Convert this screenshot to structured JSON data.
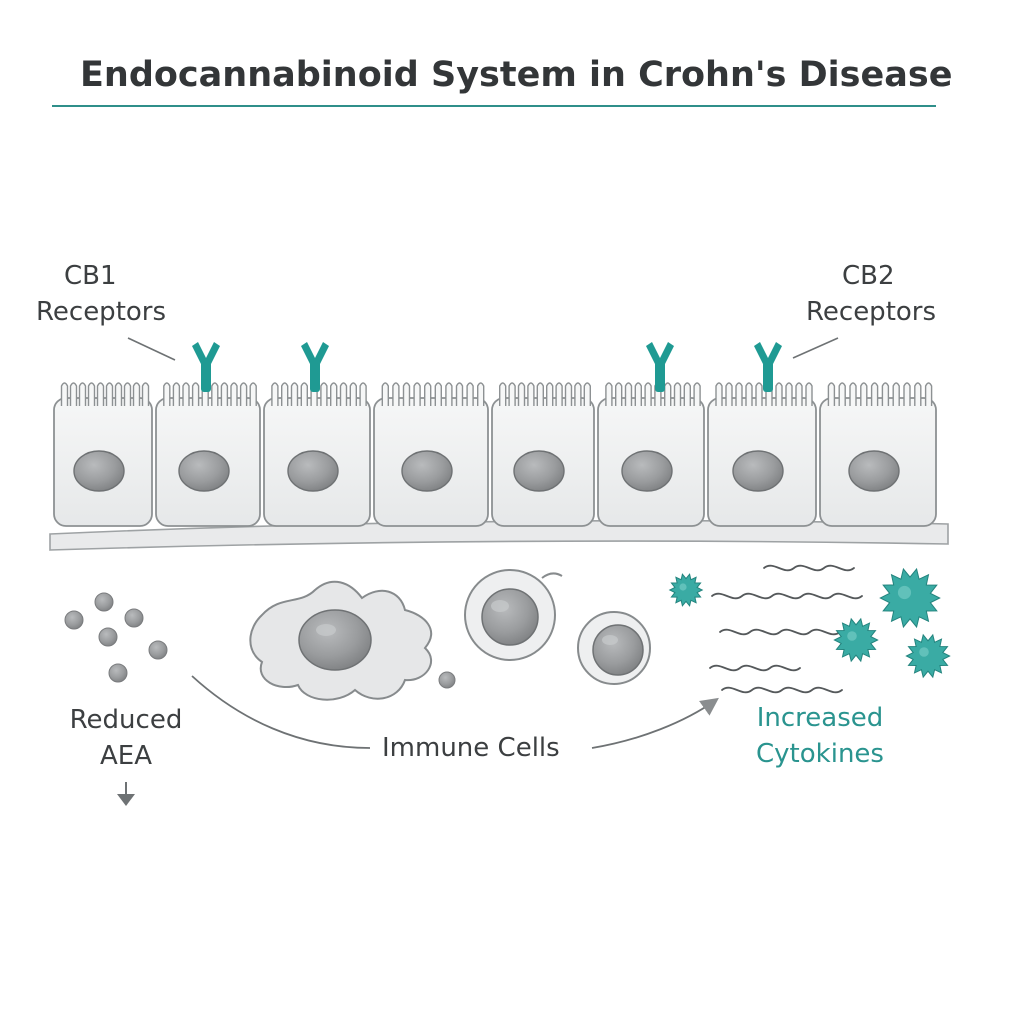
{
  "title": "Endocannabinoid System in Crohn's Disease",
  "labels": {
    "cb1": {
      "line1": "CB1",
      "line2": "Receptors"
    },
    "cb2": {
      "line1": "CB2",
      "line2": "Receptors"
    },
    "aea": {
      "line1": "Reduced",
      "line2": "AEA"
    },
    "immune": "Immune Cells",
    "cytokines": {
      "line1": "Increased",
      "line2": "Cytokines"
    }
  },
  "colors": {
    "accent": "#2f8f8a",
    "receptor": "#1f9a93",
    "cytokine": "#3aaba4",
    "cell_fill": "#f1f2f3",
    "cell_stroke": "#8d9193",
    "nucleus": "#9a9c9e"
  },
  "icons": {
    "down_arrow": "arrow-down-icon"
  }
}
